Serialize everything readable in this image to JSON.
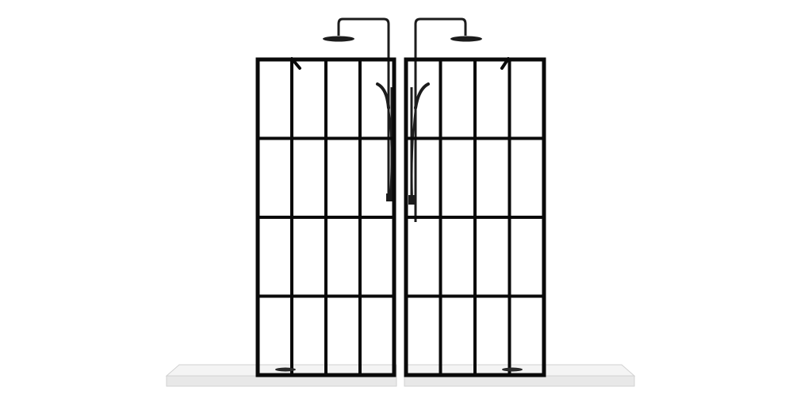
{
  "scene": {
    "subject": "twin-shower-enclosures",
    "colors": {
      "background": "#ffffff",
      "frame": "#0a0a0a",
      "glass": "#ffffff",
      "tray_top": "#f4f4f4",
      "tray_front": "#e6e6e6",
      "tray_edge": "#cfcfcf",
      "fixture": "#1c1c1c",
      "fixture_highlight": "#555555"
    },
    "panels": [
      {
        "name": "left-shower-panel",
        "columns": 4,
        "rows": 4,
        "shower_side": "right"
      },
      {
        "name": "right-shower-panel",
        "columns": 4,
        "rows": 4,
        "shower_side": "left"
      }
    ],
    "icons": [
      "rain-shower-head-icon",
      "hand-shower-icon",
      "floor-drain-icon",
      "towel-hook-icon"
    ]
  }
}
